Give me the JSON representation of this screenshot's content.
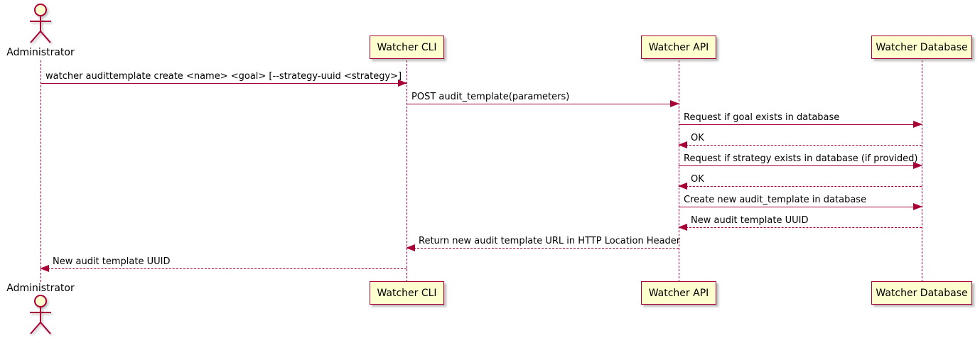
{
  "diagram": {
    "type": "sequence-diagram",
    "actor": {
      "name": "Administrator"
    },
    "participants": [
      {
        "name": "Watcher CLI"
      },
      {
        "name": "Watcher API"
      },
      {
        "name": "Watcher Database"
      }
    ],
    "messages": [
      {
        "from": "Administrator",
        "to": "Watcher CLI",
        "style": "solid",
        "label": "watcher audittemplate create <name> <goal> [--strategy-uuid <strategy>]"
      },
      {
        "from": "Watcher CLI",
        "to": "Watcher API",
        "style": "solid",
        "label": "POST audit_template(parameters)"
      },
      {
        "from": "Watcher API",
        "to": "Watcher Database",
        "style": "solid",
        "label": "Request if goal exists in database"
      },
      {
        "from": "Watcher Database",
        "to": "Watcher API",
        "style": "dashed",
        "label": "OK"
      },
      {
        "from": "Watcher API",
        "to": "Watcher Database",
        "style": "solid",
        "label": "Request if strategy exists in database (if provided)"
      },
      {
        "from": "Watcher Database",
        "to": "Watcher API",
        "style": "dashed",
        "label": "OK"
      },
      {
        "from": "Watcher API",
        "to": "Watcher Database",
        "style": "solid",
        "label": "Create new audit_template in database"
      },
      {
        "from": "Watcher Database",
        "to": "Watcher API",
        "style": "dashed",
        "label": "New audit template UUID"
      },
      {
        "from": "Watcher API",
        "to": "Watcher CLI",
        "style": "dashed",
        "label": "Return new audit template URL in HTTP Location Header"
      },
      {
        "from": "Watcher CLI",
        "to": "Administrator",
        "style": "dashed",
        "label": "New audit template UUID"
      }
    ],
    "colors": {
      "accent": "#A80036",
      "participant_fill": "#FEFECE",
      "shadow": "#888888",
      "text": "#000000",
      "background": "#FFFFFF"
    }
  }
}
